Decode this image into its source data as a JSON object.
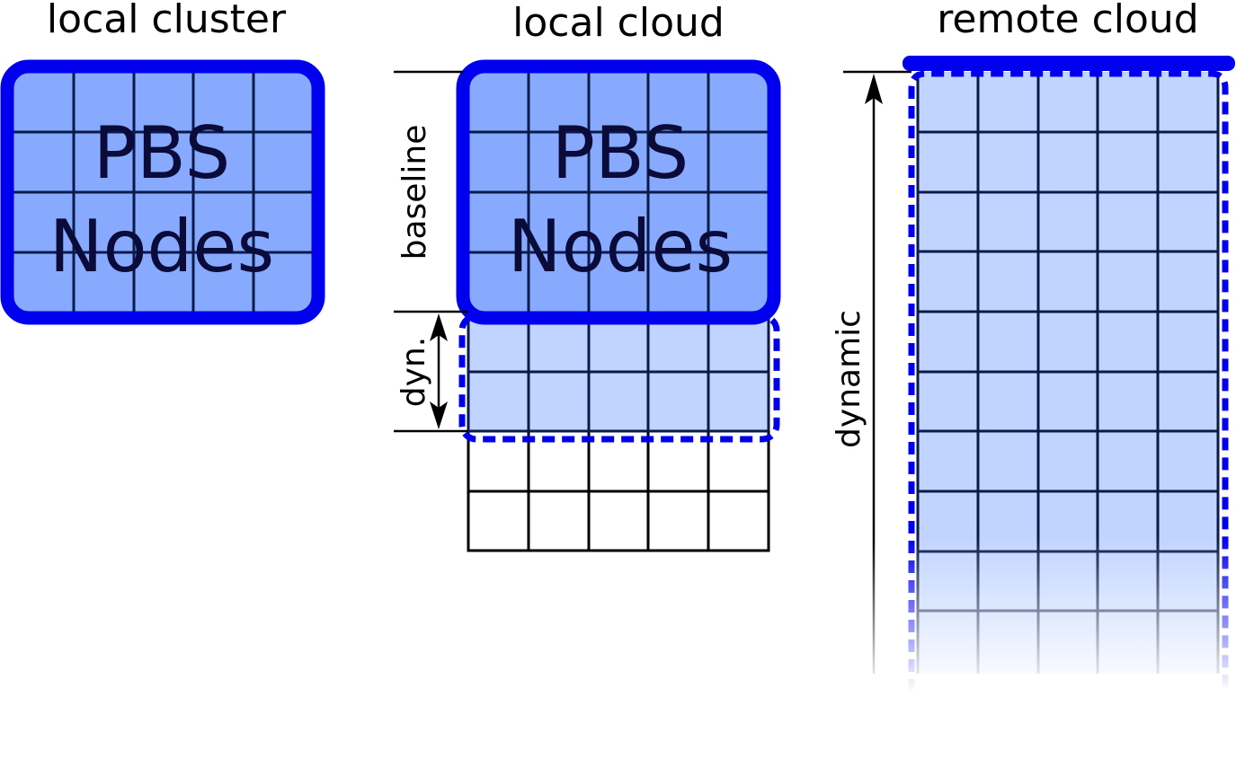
{
  "colors": {
    "pbs_fill": "#87aaff",
    "pbs_border": "#0000ee",
    "dynamic_fill": "#c1d4ff",
    "grid_line": "#0a1a4a",
    "pbs_text": "#0b0b3a"
  },
  "panels": {
    "local_cluster": {
      "title": "local cluster",
      "pbs_line1": "PBS",
      "pbs_line2": "Nodes"
    },
    "local_cloud": {
      "title": "local cloud",
      "pbs_line1": "PBS",
      "pbs_line2": "Nodes",
      "baseline_label": "baseline",
      "dyn_label": "dyn."
    },
    "remote_cloud": {
      "title": "remote cloud",
      "dynamic_label": "dynamic"
    }
  }
}
